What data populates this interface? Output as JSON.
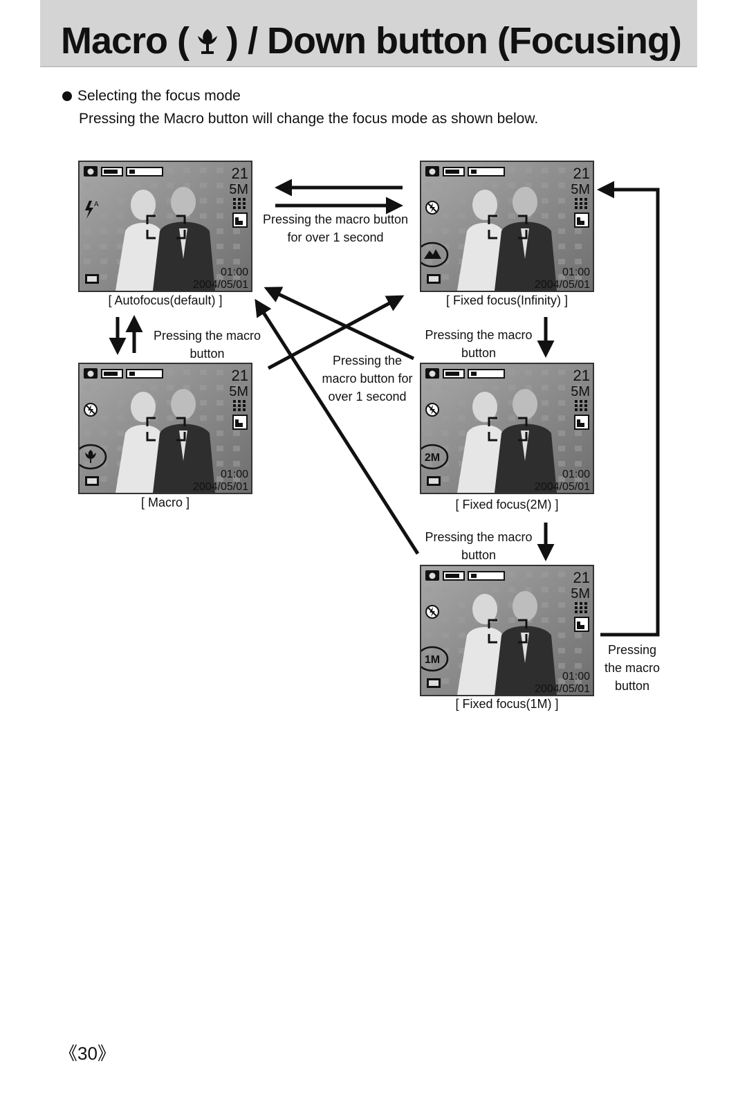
{
  "page": {
    "title_prefix": "Macro (",
    "title_suffix": ") / Down button (Focusing)",
    "bullet_heading": "Selecting the focus mode",
    "intro": "Pressing the Macro button will change the focus mode as shown below.",
    "page_number": "《30》"
  },
  "screens": [
    {
      "id": "autofocus",
      "caption": "[ Autofocus(default) ]",
      "shots": "21",
      "size": "5M",
      "time": "01:00",
      "date": "2004/05/01",
      "flash_icon": "flash-auto-icon",
      "mode_label": ""
    },
    {
      "id": "infinity",
      "caption": "[ Fixed focus(Infinity) ]",
      "shots": "21",
      "size": "5M",
      "time": "01:00",
      "date": "2004/05/01",
      "flash_icon": "flash-off-icon",
      "mode_label": "mountain-icon"
    },
    {
      "id": "macro",
      "caption": "[ Macro ]",
      "shots": "21",
      "size": "5M",
      "time": "01:00",
      "date": "2004/05/01",
      "flash_icon": "flash-off-icon",
      "mode_label": "macro-tulip-icon"
    },
    {
      "id": "fixed2m",
      "caption": "[ Fixed focus(2M) ]",
      "shots": "21",
      "size": "5M",
      "time": "01:00",
      "date": "2004/05/01",
      "flash_icon": "flash-off-icon",
      "mode_label": "2M"
    },
    {
      "id": "fixed1m",
      "caption": "[ Fixed focus(1M) ]",
      "shots": "21",
      "size": "5M",
      "time": "01:00",
      "date": "2004/05/01",
      "flash_icon": "flash-off-icon",
      "mode_label": "1M"
    }
  ],
  "notes": {
    "over1_top_line1": "Pressing the macro button",
    "over1_top_line2": "for over 1 second",
    "left_press_line1": "Pressing the macro",
    "left_press_line2": "button",
    "mid_over1_line1": "Pressing the",
    "mid_over1_line2": "macro button for",
    "mid_over1_line3": "over 1 second",
    "right_press1_line1": "Pressing the macro",
    "right_press1_line2": "button",
    "right_press2_line1": "Pressing the macro",
    "right_press2_line2": "button",
    "far_right_line1": "Pressing",
    "far_right_line2": "the macro",
    "far_right_line3": "button"
  }
}
